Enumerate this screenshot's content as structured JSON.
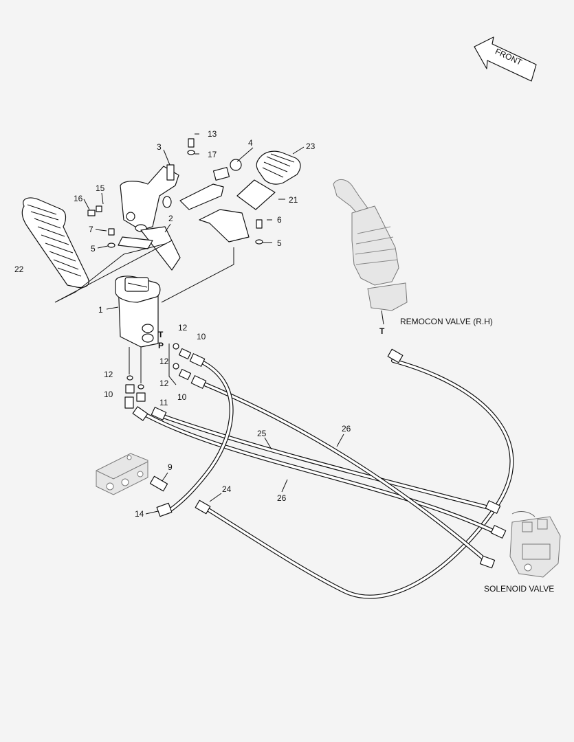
{
  "direction_arrow": {
    "label": "FRONT"
  },
  "component_labels": {
    "remocon_valve": "REMOCON VALVE (R.H)",
    "solenoid_valve": "SOLENOID VALVE"
  },
  "port_labels": {
    "tank": "T",
    "pressure": "P",
    "remocon_tank": "T"
  },
  "callouts": {
    "c1": "1",
    "c2": "2",
    "c3": "3",
    "c4": "4",
    "c5a": "5",
    "c5b": "5",
    "c6": "6",
    "c7": "7",
    "c9": "9",
    "c10a": "10",
    "c10b": "10",
    "c10c": "10",
    "c11": "11",
    "c12a": "12",
    "c12b": "12",
    "c12c": "12",
    "c12d": "12",
    "c13": "13",
    "c14": "14",
    "c15": "15",
    "c16": "16",
    "c17": "17",
    "c21": "21",
    "c22": "22",
    "c23": "23",
    "c24": "24",
    "c25": "25",
    "c26a": "26",
    "c26b": "26"
  }
}
